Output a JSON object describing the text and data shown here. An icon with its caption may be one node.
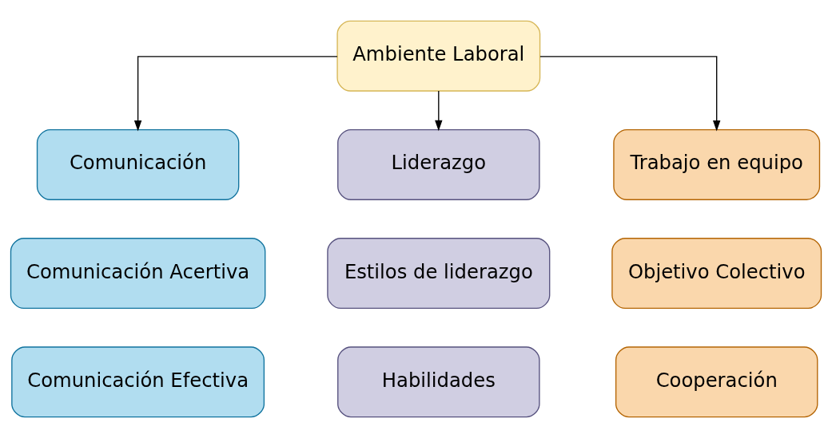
{
  "diagram": {
    "nodes": [
      {
        "text": [
          "Ambiente Laboral"
        ]
      },
      {
        "text": [
          "Comunicación"
        ]
      },
      {
        "text": [
          "Liderazgo"
        ]
      },
      {
        "text": [
          "Trabajo en equipo"
        ]
      },
      {
        "text": [
          "Comunicación Acertiva"
        ]
      },
      {
        "text": [
          "Estilos de liderazgo"
        ]
      },
      {
        "text": [
          "Objetivo Colectivo"
        ]
      },
      {
        "text": [
          "Comunicación Efectiva"
        ]
      },
      {
        "text": [
          "Habilidades"
        ]
      },
      {
        "text": [
          "Cooperación"
        ]
      }
    ],
    "edges": [
      {
        "from": 0,
        "to": 1,
        "arrow": "to"
      },
      {
        "from": 0,
        "to": 2,
        "arrow": "to"
      },
      {
        "from": 0,
        "to": 3,
        "arrow": "to"
      }
    ]
  }
}
